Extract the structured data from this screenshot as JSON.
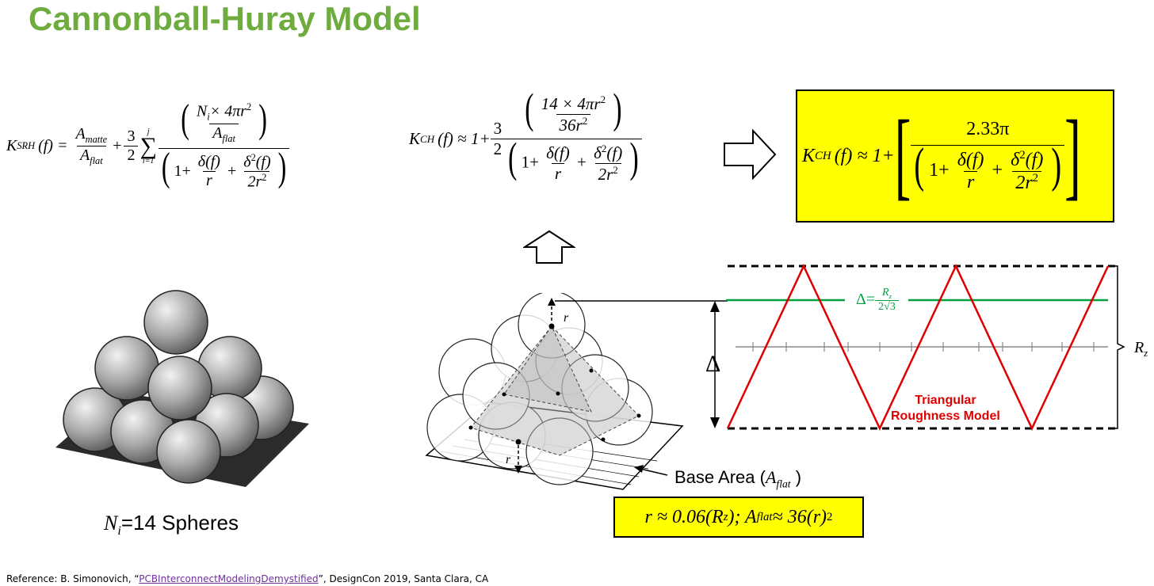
{
  "title": "Cannonball-Huray Model",
  "formula_srh": {
    "lhs_K": "K",
    "lhs_sub": "SRH",
    "lhs_arg": "(f) =",
    "A_matte": "A",
    "A_matte_sub": "matte",
    "A_flat": "A",
    "A_flat_sub": "flat",
    "plus": "+",
    "three": "3",
    "two": "2",
    "sigma": "∑",
    "sum_top": "j",
    "sum_bottom": "i=1",
    "num_expr": "N",
    "num_expr_sub": "i",
    "num_rest": "× 4πr",
    "num_sup": "2",
    "num_den": "A",
    "num_den_sub": "flat",
    "one_plus": "1+",
    "delta_f": "δ(f)",
    "r": "r",
    "delta2_f": "δ",
    "delta2_sup": "2",
    "delta2_rest": "(f)",
    "two_r2": "2r",
    "two_r2_sup": "2"
  },
  "formula_ch": {
    "lhs_K": "K",
    "lhs_sub": "CH",
    "lhs_arg": "(f) ≈ 1+",
    "three": "3",
    "two": "2",
    "num_top": "14 × 4πr",
    "num_top_sup": "2",
    "num_den": "36r",
    "num_den_sup": "2",
    "one_plus": "1+",
    "delta_f": "δ(f)",
    "r": "r",
    "delta2_f": "δ",
    "delta2_sup": "2",
    "delta2_rest": "(f)",
    "two_r2": "2r",
    "two_r2_sup": "2"
  },
  "formula_final": {
    "lhs_K": "K",
    "lhs_sub": "CH",
    "lhs_arg": "(f) ≈ 1+",
    "numerator": "2.33π",
    "one_plus": "1+",
    "delta_f": "δ(f)",
    "r": "r",
    "delta2_f": "δ",
    "delta2_sup": "2",
    "delta2_rest": "(f)",
    "two_r2": "2r",
    "two_r2_sup": "2"
  },
  "relation_box": {
    "text_a": "r ≈ 0.06(R",
    "text_a_sub": "z",
    "text_b": "); A",
    "text_b_sub": "flat",
    "text_c": " ≈ 36(r)",
    "text_c_sup": "2"
  },
  "spheres_label": {
    "N": "N",
    "N_sub": "i",
    "rest": "=14 Spheres"
  },
  "base_area_label": {
    "text": "Base Area (",
    "A": "A",
    "A_sub": "flat",
    "close": " )"
  },
  "roughness": {
    "delta_symbol": "Δ",
    "delta_eq": "Δ=",
    "delta_num": "R",
    "delta_num_sub": "z",
    "delta_den": "2√3",
    "rz": "R",
    "rz_sub": "z",
    "model_line1": "Triangular",
    "model_line2": "Roughness Model",
    "r_top": "r",
    "r_bottom": "r"
  },
  "reference": {
    "prefix": "Reference: B. Simonovich, “",
    "link": "PCBInterconnectModelingDemystified",
    "suffix": "”, DesignCon 2019, Santa Clara, CA"
  },
  "colors": {
    "title_green": "#6fac3f",
    "highlight_yellow": "#ffff00",
    "triangle_red": "#e00000",
    "delta_green": "#00a040",
    "link_purple": "#7030a0"
  }
}
